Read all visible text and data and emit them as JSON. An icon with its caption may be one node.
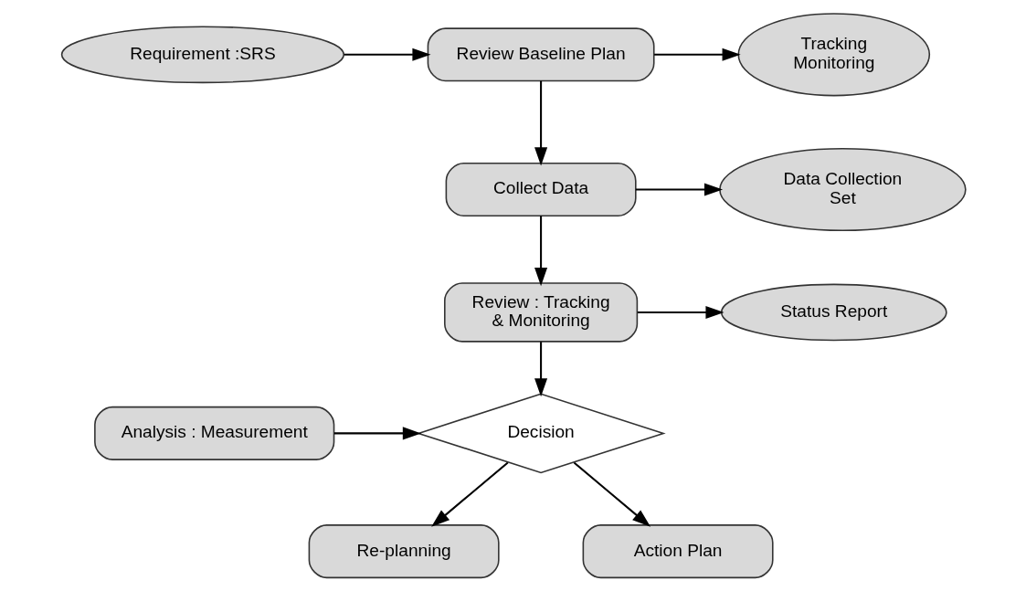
{
  "diagram": {
    "nodes": [
      {
        "text": [
          "Requirement :SRS"
        ]
      },
      {
        "text": [
          "Review Baseline Plan"
        ]
      },
      {
        "text": [
          "Tracking Monitoring"
        ]
      },
      {
        "text": [
          "Collect Data"
        ]
      },
      {
        "text": [
          "Data Collection Set"
        ]
      },
      {
        "text": [
          "Review : Tracking & Monitoring"
        ]
      },
      {
        "text": [
          "Status Report"
        ]
      },
      {
        "text": [
          "Analysis : Measurement"
        ]
      },
      {
        "text": [
          "Decision"
        ]
      },
      {
        "text": [
          "Re-planning"
        ]
      },
      {
        "text": [
          "Action Plan"
        ]
      }
    ],
    "edges": [
      {
        "from": 0,
        "to": 1,
        "arrow": "to"
      },
      {
        "from": 1,
        "to": 2,
        "arrow": "to"
      },
      {
        "from": 1,
        "to": 3,
        "arrow": "to"
      },
      {
        "from": 3,
        "to": 4,
        "arrow": "to"
      },
      {
        "from": 3,
        "to": 5,
        "arrow": "to"
      },
      {
        "from": 5,
        "to": 6,
        "arrow": "to"
      },
      {
        "from": 5,
        "to": 8,
        "arrow": "to"
      },
      {
        "from": 7,
        "to": 8,
        "arrow": "to"
      },
      {
        "from": 8,
        "to": 9,
        "arrow": "to"
      },
      {
        "from": 8,
        "to": 10,
        "arrow": "to"
      }
    ]
  }
}
